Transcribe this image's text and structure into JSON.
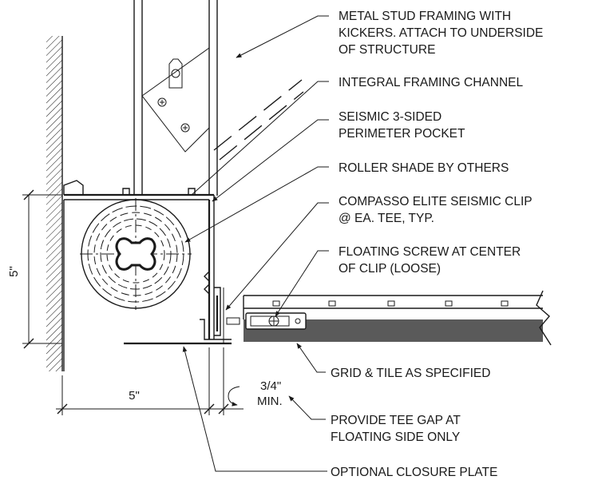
{
  "callouts": {
    "stud_line1": "METAL STUD FRAMING WITH",
    "stud_line2": "KICKERS. ATTACH TO UNDERSIDE",
    "stud_line3": "OF STRUCTURE",
    "channel": "INTEGRAL FRAMING CHANNEL",
    "pocket_line1": "SEISMIC 3-SIDED",
    "pocket_line2": "PERIMETER POCKET",
    "roller": "ROLLER SHADE BY OTHERS",
    "clip_line1": "COMPASSO ELITE SEISMIC CLIP",
    "clip_line2": "@ EA. TEE, TYP.",
    "screw_line1": "FLOATING SCREW AT CENTER",
    "screw_line2": "OF CLIP (LOOSE)",
    "grid": "GRID & TILE AS SPECIFIED",
    "gap_line1": "PROVIDE TEE GAP AT",
    "gap_line2": "FLOATING SIDE ONLY",
    "closure": "OPTIONAL CLOSURE PLATE"
  },
  "dimensions": {
    "vertical": "5\"",
    "horizontal": "5\"",
    "gap_line1": "3/4\"",
    "gap_line2": "MIN."
  },
  "colors": {
    "ink": "#1a1a1a",
    "tile": "#5a5a5a"
  }
}
